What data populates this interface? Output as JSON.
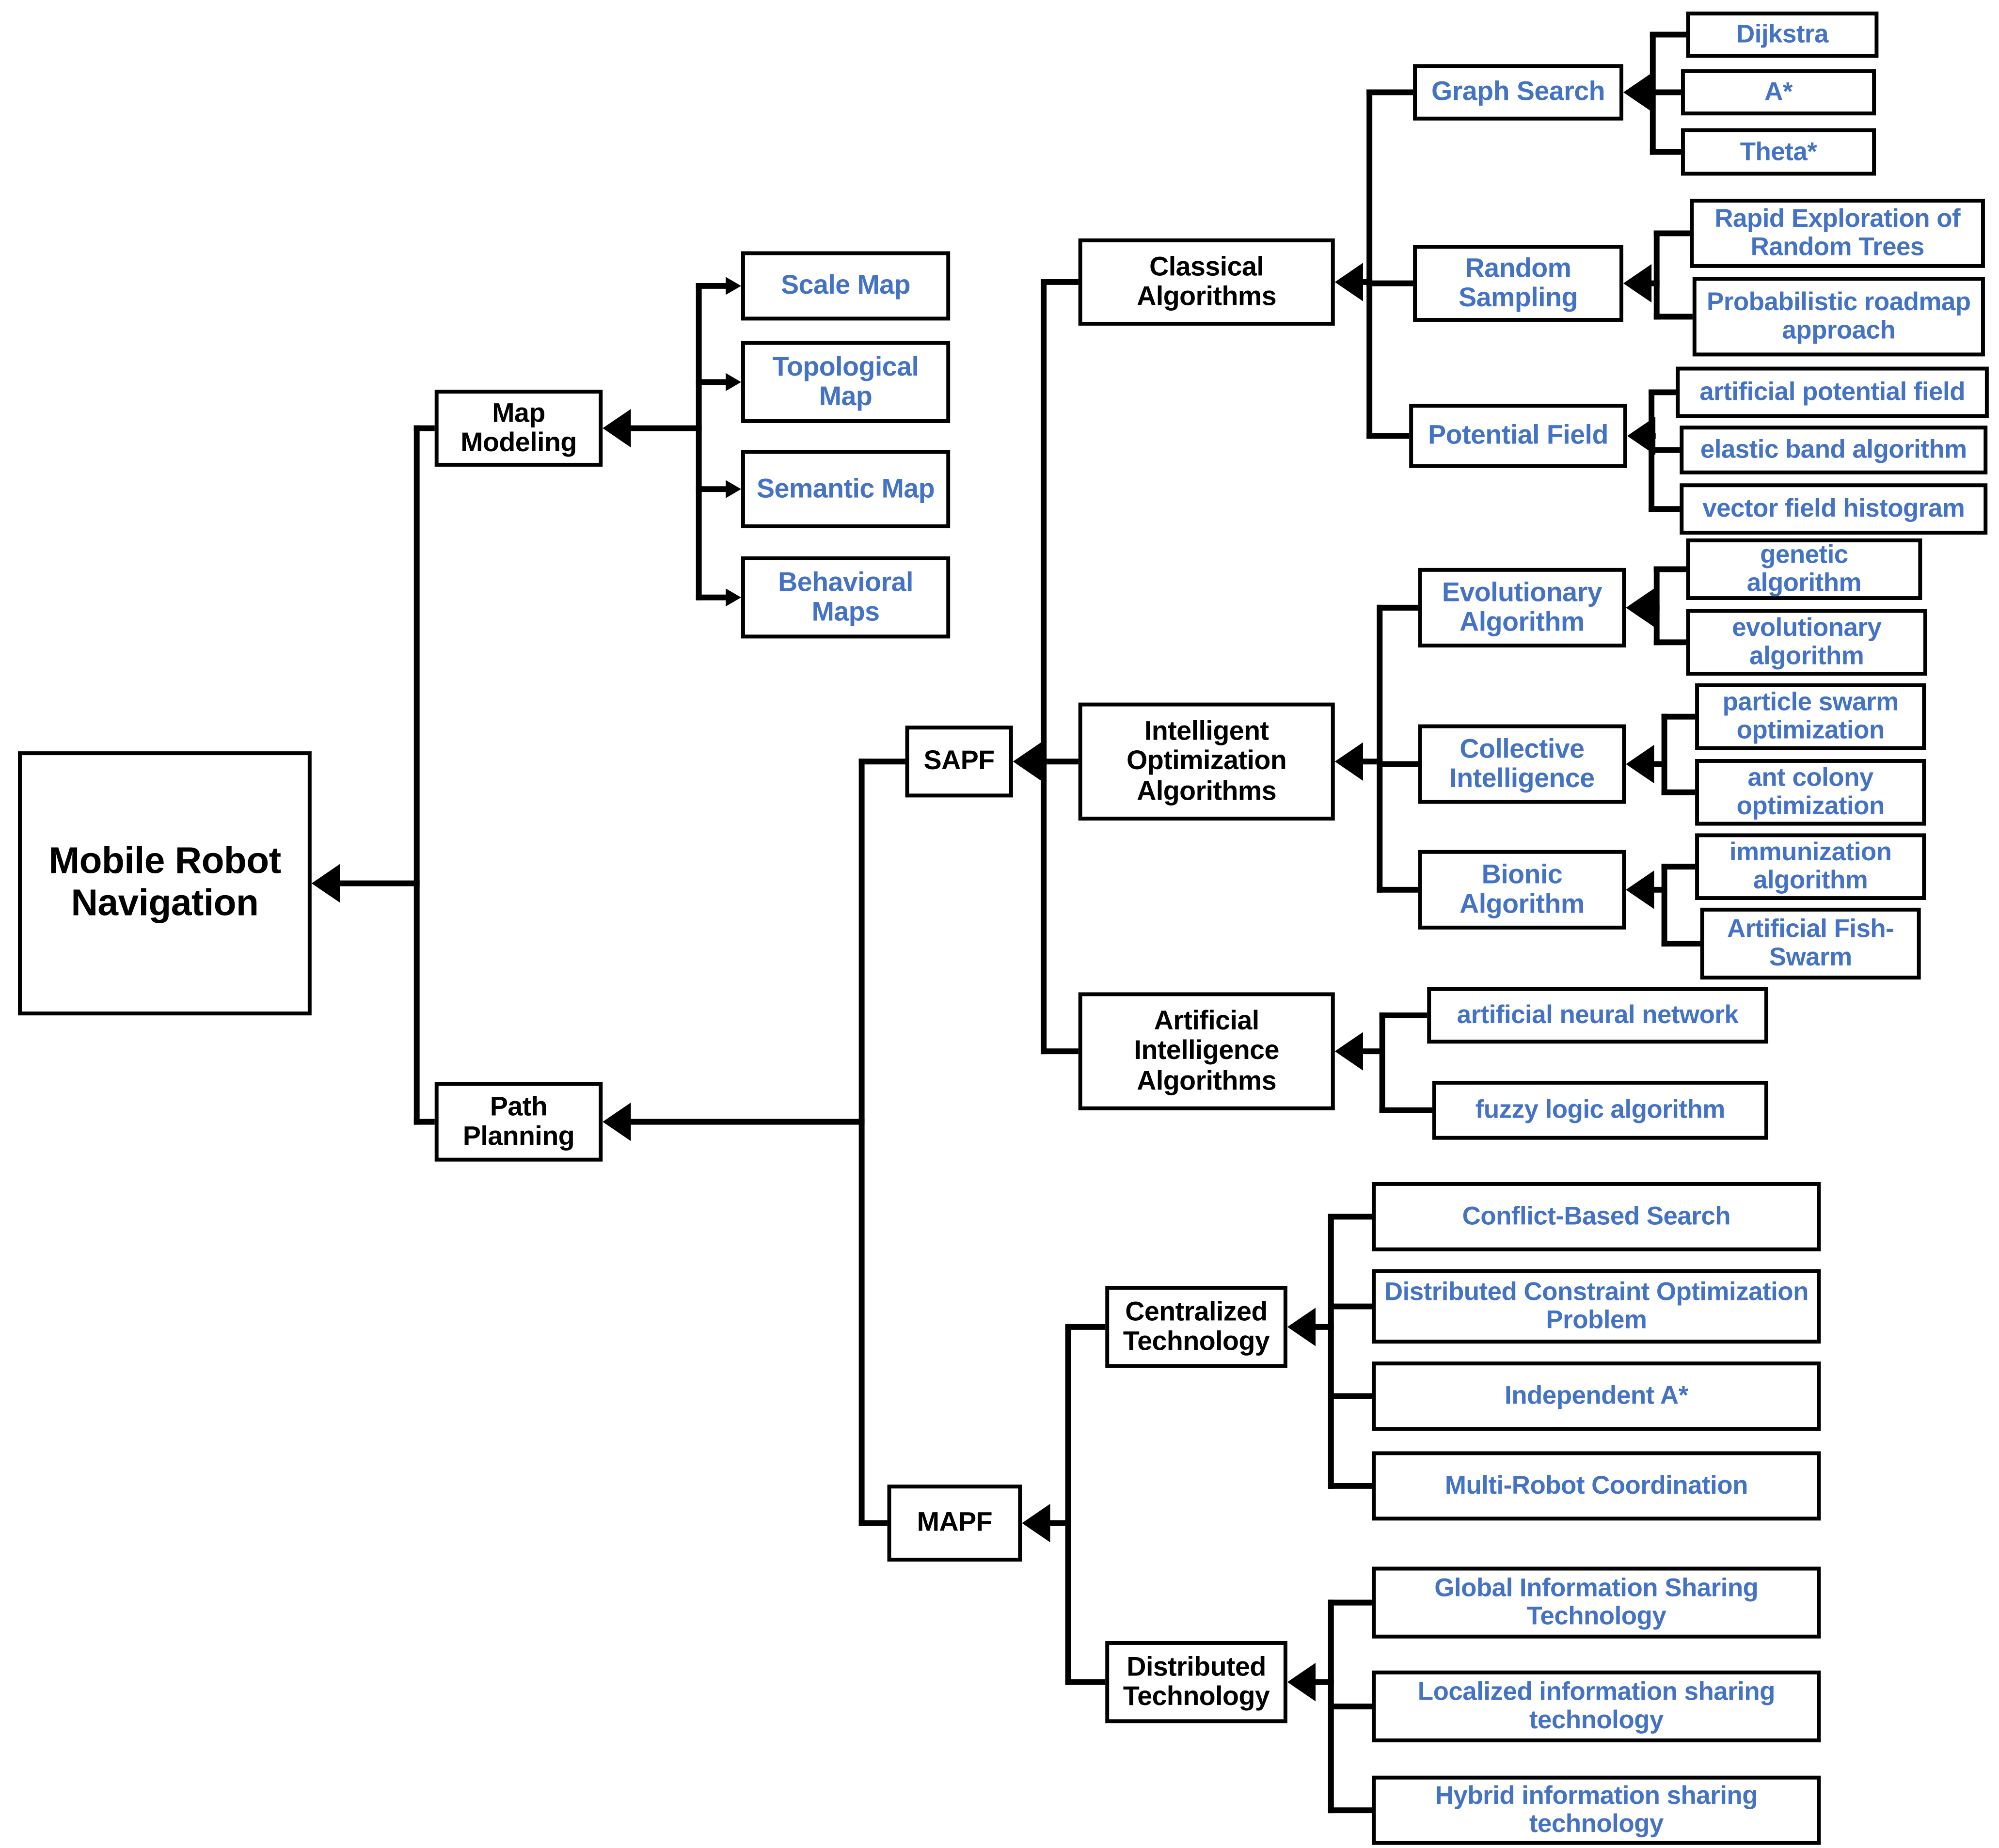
{
  "diagram_title": "Mobile Robot Navigation taxonomy",
  "colors": {
    "accent_blue": "#4472C4",
    "line_black": "#000000",
    "background": "#FFFFFF"
  },
  "nodes": {
    "root": {
      "label": "Mobile Robot Navigation"
    },
    "map_modeling": {
      "label": "Map Modeling"
    },
    "path_planning": {
      "label": "Path Planning"
    },
    "scale_map": {
      "label": "Scale Map"
    },
    "topological_map": {
      "label": "Topological Map"
    },
    "semantic_map": {
      "label": "Semantic Map"
    },
    "behavioral_maps": {
      "label": "Behavioral Maps"
    },
    "sapf": {
      "label": "SAPF"
    },
    "mapf": {
      "label": "MAPF"
    },
    "classical": {
      "label": "Classical Algorithms"
    },
    "intelligent": {
      "label": "Intelligent Optimization Algorithms"
    },
    "ai_alg": {
      "label": "Artificial Intelligence Algorithms"
    },
    "graph_search": {
      "label": "Graph Search"
    },
    "random_sampling": {
      "label": "Random Sampling"
    },
    "potential_field": {
      "label": "Potential Field"
    },
    "dijkstra": {
      "label": "Dijkstra"
    },
    "a_star": {
      "label": "A*"
    },
    "theta_star": {
      "label": "Theta*"
    },
    "rrt": {
      "label": "Rapid Exploration of Random Trees"
    },
    "prm": {
      "label": "Probabilistic roadmap approach"
    },
    "apf": {
      "label": "artificial potential field"
    },
    "elastic": {
      "label": "elastic band algorithm"
    },
    "vfh": {
      "label": "vector field histogram"
    },
    "evolutionary": {
      "label": "Evolutionary Algorithm"
    },
    "genetic": {
      "label": "genetic algorithm"
    },
    "evolutionary_child": {
      "label": "evolutionary algorithm"
    },
    "collective": {
      "label": "Collective Intelligence"
    },
    "pso": {
      "label": "particle swarm optimization"
    },
    "aco": {
      "label": "ant colony optimization"
    },
    "bionic": {
      "label": "Bionic Algorithm"
    },
    "immunization": {
      "label": "immunization algorithm"
    },
    "fish_swarm": {
      "label": "Artificial Fish-Swarm"
    },
    "ann": {
      "label": "artificial neural network"
    },
    "fuzzy": {
      "label": "fuzzy logic algorithm"
    },
    "centralized": {
      "label": "Centralized Technology"
    },
    "cbs": {
      "label": "Conflict-Based Search"
    },
    "dcop": {
      "label": "Distributed Constraint Optimization Problem"
    },
    "independent_a": {
      "label": "Independent A*"
    },
    "mrc": {
      "label": "Multi-Robot Coordination"
    },
    "distributed": {
      "label": "Distributed Technology"
    },
    "gist": {
      "label": "Global Information Sharing Technology"
    },
    "localized": {
      "label": "Localized information sharing technology"
    },
    "hybrid": {
      "label": "Hybrid information sharing technology"
    }
  },
  "hierarchy": {
    "root": [
      "map_modeling",
      "path_planning"
    ],
    "map_modeling": [
      "scale_map",
      "topological_map",
      "semantic_map",
      "behavioral_maps"
    ],
    "path_planning": [
      "sapf",
      "mapf"
    ],
    "sapf": [
      "classical",
      "intelligent",
      "ai_alg"
    ],
    "classical": [
      "graph_search",
      "random_sampling",
      "potential_field"
    ],
    "graph_search": [
      "dijkstra",
      "a_star",
      "theta_star"
    ],
    "random_sampling": [
      "rrt",
      "prm"
    ],
    "potential_field": [
      "apf",
      "elastic",
      "vfh"
    ],
    "intelligent": [
      "evolutionary",
      "collective",
      "bionic"
    ],
    "evolutionary": [
      "genetic",
      "evolutionary_child"
    ],
    "collective": [
      "pso",
      "aco"
    ],
    "bionic": [
      "immunization",
      "fish_swarm"
    ],
    "ai_alg": [
      "ann",
      "fuzzy"
    ],
    "mapf": [
      "centralized",
      "distributed"
    ],
    "centralized": [
      "cbs",
      "dcop",
      "independent_a",
      "mrc"
    ],
    "distributed": [
      "gist",
      "localized",
      "hybrid"
    ]
  }
}
